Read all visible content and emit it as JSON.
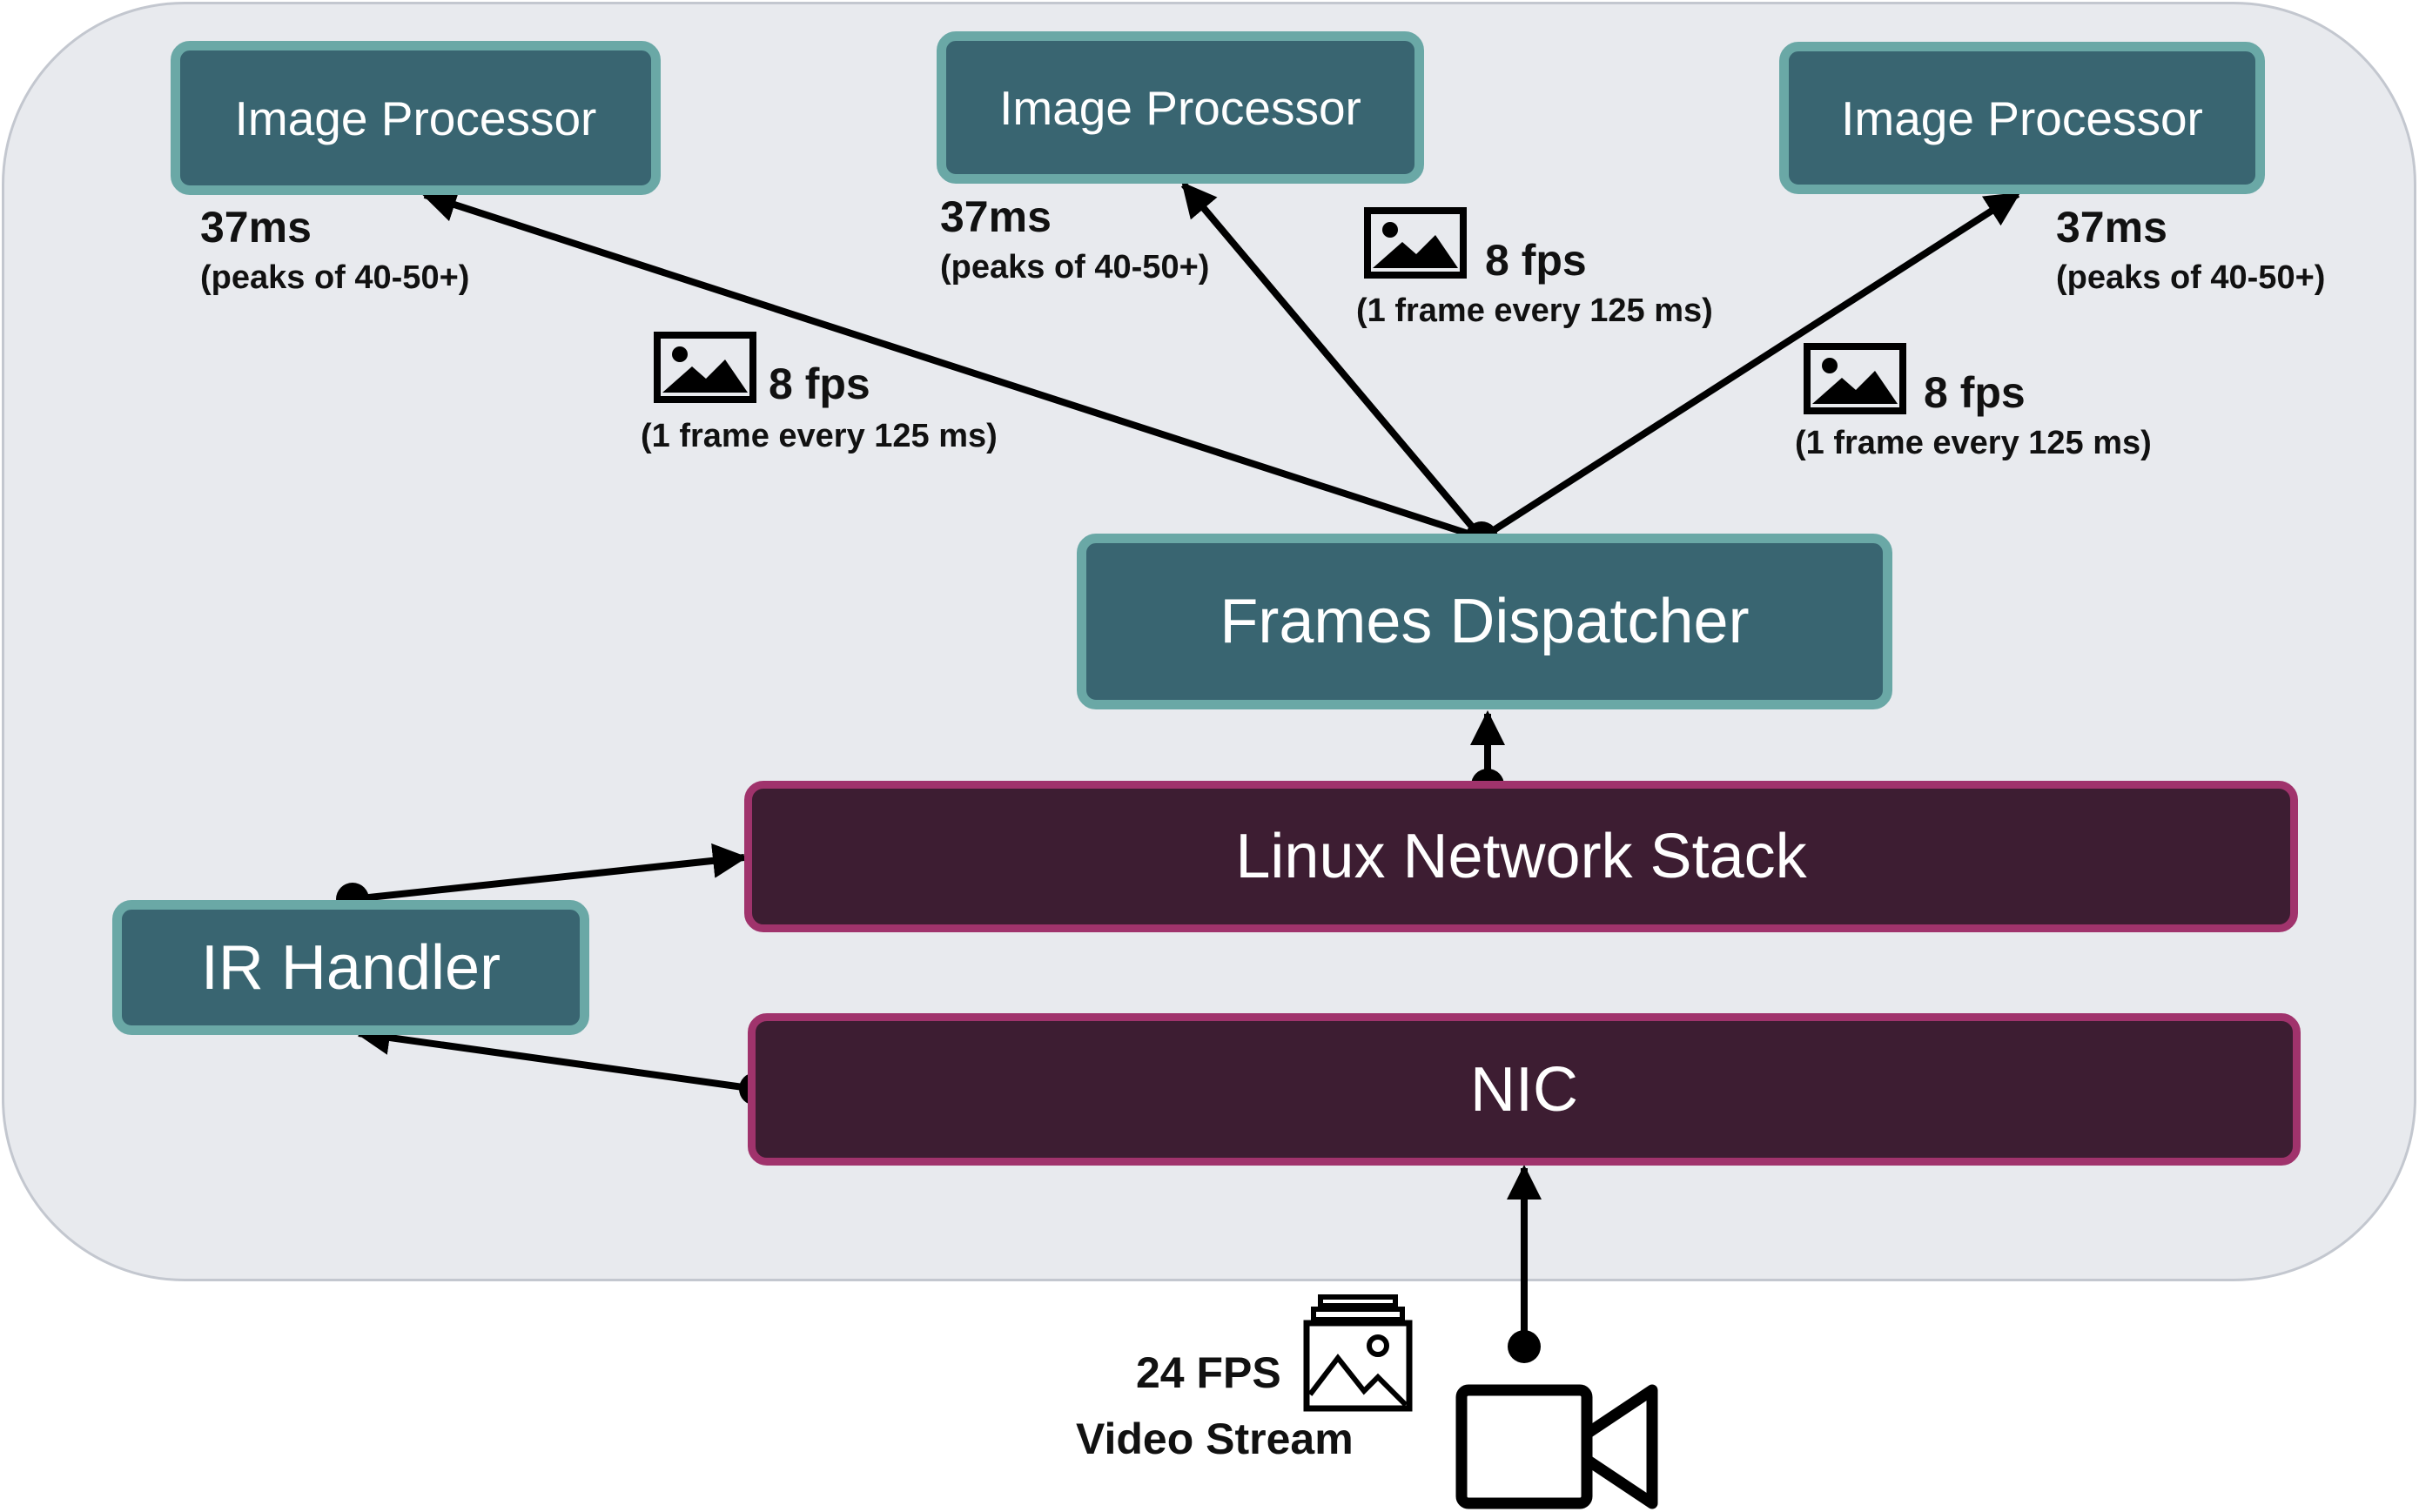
{
  "processors": [
    {
      "label": "Image Processor",
      "latency": "37ms",
      "peaks": "(peaks of 40-50+)",
      "fps": "8 fps",
      "interval": "(1 frame every 125 ms)"
    },
    {
      "label": "Image Processor",
      "latency": "37ms",
      "peaks": "(peaks of 40-50+)",
      "fps": "8 fps",
      "interval": "(1 frame every 125 ms)"
    },
    {
      "label": "Image Processor",
      "latency": "37ms",
      "peaks": "(peaks of 40-50+)",
      "fps": "8 fps",
      "interval": "(1 frame every 125 ms)"
    }
  ],
  "dispatcher": {
    "label": "Frames Dispatcher"
  },
  "network_stack": {
    "label": "Linux Network Stack"
  },
  "ir_handler": {
    "label": "IR Handler"
  },
  "nic": {
    "label": "NIC"
  },
  "stream": {
    "fps": "24 FPS",
    "label": "Video Stream"
  },
  "icons": {
    "frame": "image-icon",
    "stream": "image-stack-icon",
    "camera": "video-camera-icon"
  },
  "colors": {
    "teal_fill": "#396571",
    "teal_border": "#6aa8a6",
    "plum_fill": "#3d1d32",
    "plum_border": "#a0336c",
    "container": "#e8eaee"
  }
}
